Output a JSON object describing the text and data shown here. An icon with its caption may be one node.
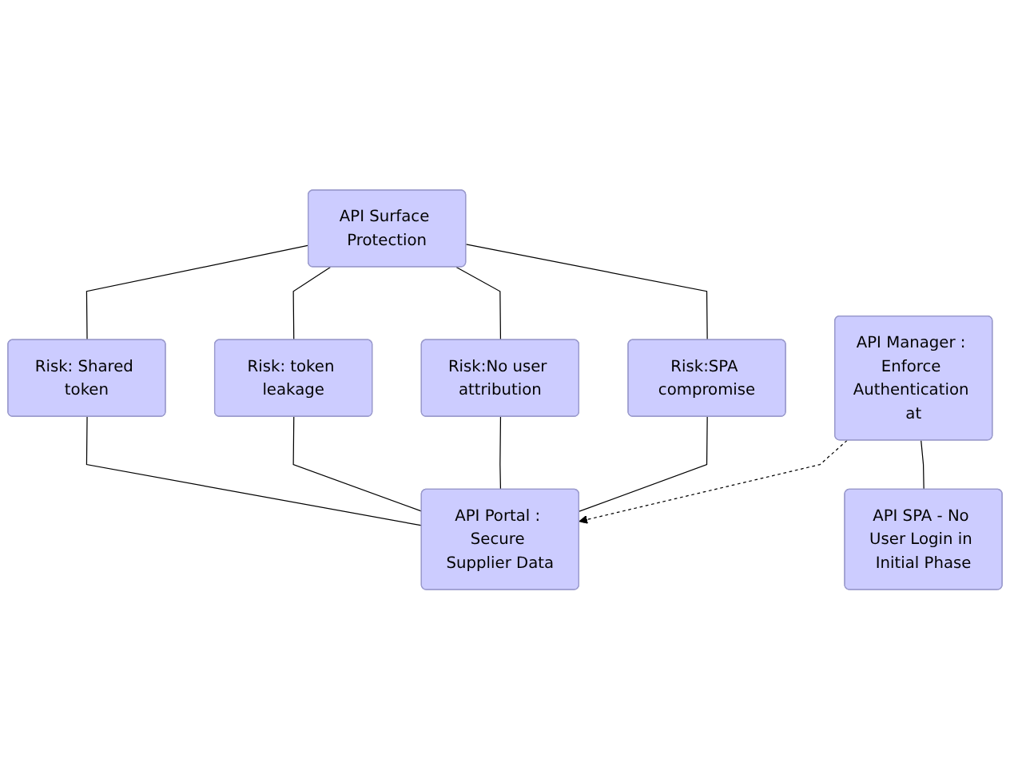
{
  "diagram": {
    "nodes": [
      {
        "text": [
          "API Surface Protection"
        ]
      },
      {
        "text": [
          "Risk: Shared token"
        ]
      },
      {
        "text": [
          "Risk: token leakage"
        ]
      },
      {
        "text": [
          "Risk:No user attribution"
        ]
      },
      {
        "text": [
          "Risk:SPA compromise"
        ]
      },
      {
        "text": [
          "API Portal : Secure Supplier Data"
        ]
      },
      {
        "text": [
          "API Manager : Enforce Authentication at"
        ]
      },
      {
        "text": [
          "API SPA - No User Login in Initial Phase"
        ]
      }
    ],
    "edges": [
      {
        "from": 0,
        "to": 1,
        "arrow": "none"
      },
      {
        "from": 0,
        "to": 2,
        "arrow": "none"
      },
      {
        "from": 0,
        "to": 3,
        "arrow": "none"
      },
      {
        "from": 0,
        "to": 4,
        "arrow": "none"
      },
      {
        "from": 1,
        "to": 5,
        "arrow": "none"
      },
      {
        "from": 2,
        "to": 5,
        "arrow": "none"
      },
      {
        "from": 3,
        "to": 5,
        "arrow": "none"
      },
      {
        "from": 4,
        "to": 5,
        "arrow": "none"
      },
      {
        "from": 6,
        "to": 5,
        "arrow": "to",
        "style": "dashed"
      },
      {
        "from": 6,
        "to": 7,
        "arrow": "none"
      }
    ]
  }
}
